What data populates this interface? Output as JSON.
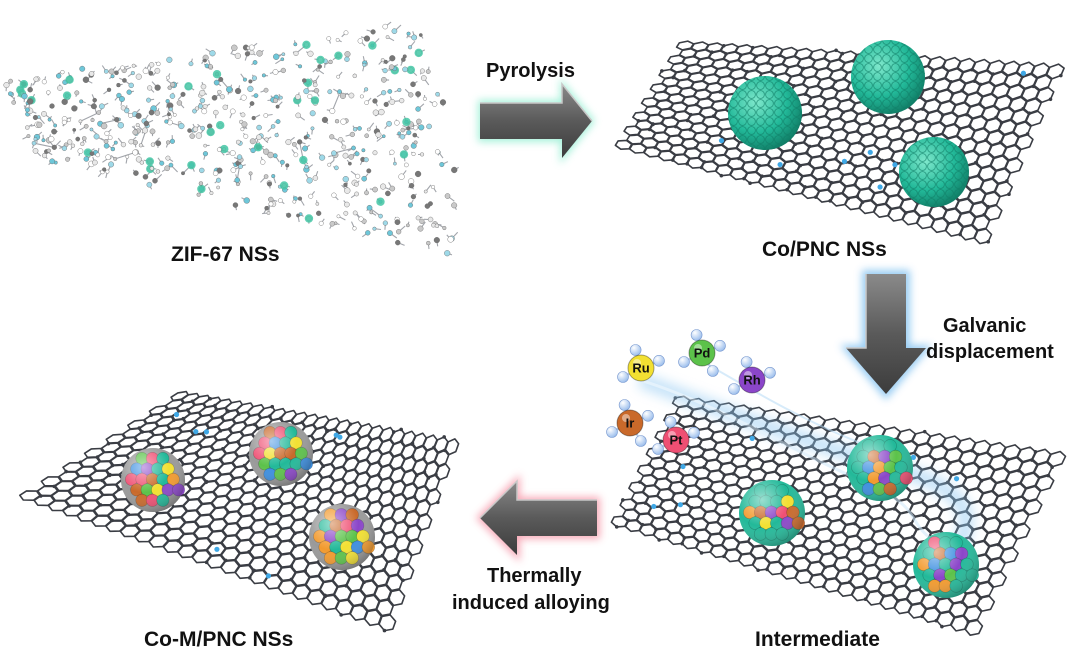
{
  "panels": {
    "zif67": {
      "label": "ZIF-67 NSs"
    },
    "co_pnc": {
      "label": "Co/PNC NSs"
    },
    "intermediate": {
      "label": "Intermediate"
    },
    "co_m_pnc": {
      "label": "Co-M/PNC NSs"
    }
  },
  "steps": {
    "pyrolysis": {
      "label": "Pyrolysis"
    },
    "galvanic": {
      "line1": "Galvanic",
      "line2": "displacement"
    },
    "alloying": {
      "line1": "Thermally",
      "line2": "induced alloying"
    }
  },
  "metal_precursors": [
    {
      "symbol": "Ru",
      "color": "#f2e032"
    },
    {
      "symbol": "Pd",
      "color": "#5cc24a"
    },
    {
      "symbol": "Rh",
      "color": "#8b46c9"
    },
    {
      "symbol": "Ir",
      "color": "#c9692a"
    },
    {
      "symbol": "Pt",
      "color": "#ef4f73"
    }
  ],
  "colors": {
    "cobalt": "#22b999",
    "graphene": "#3a3d44",
    "nitrogen": "#3fa8e6",
    "arrow": "#5e5e5e",
    "glow_green": "#9ff0d7",
    "glow_blue": "#8fc8f2",
    "glow_pink": "#f7a2b1"
  }
}
